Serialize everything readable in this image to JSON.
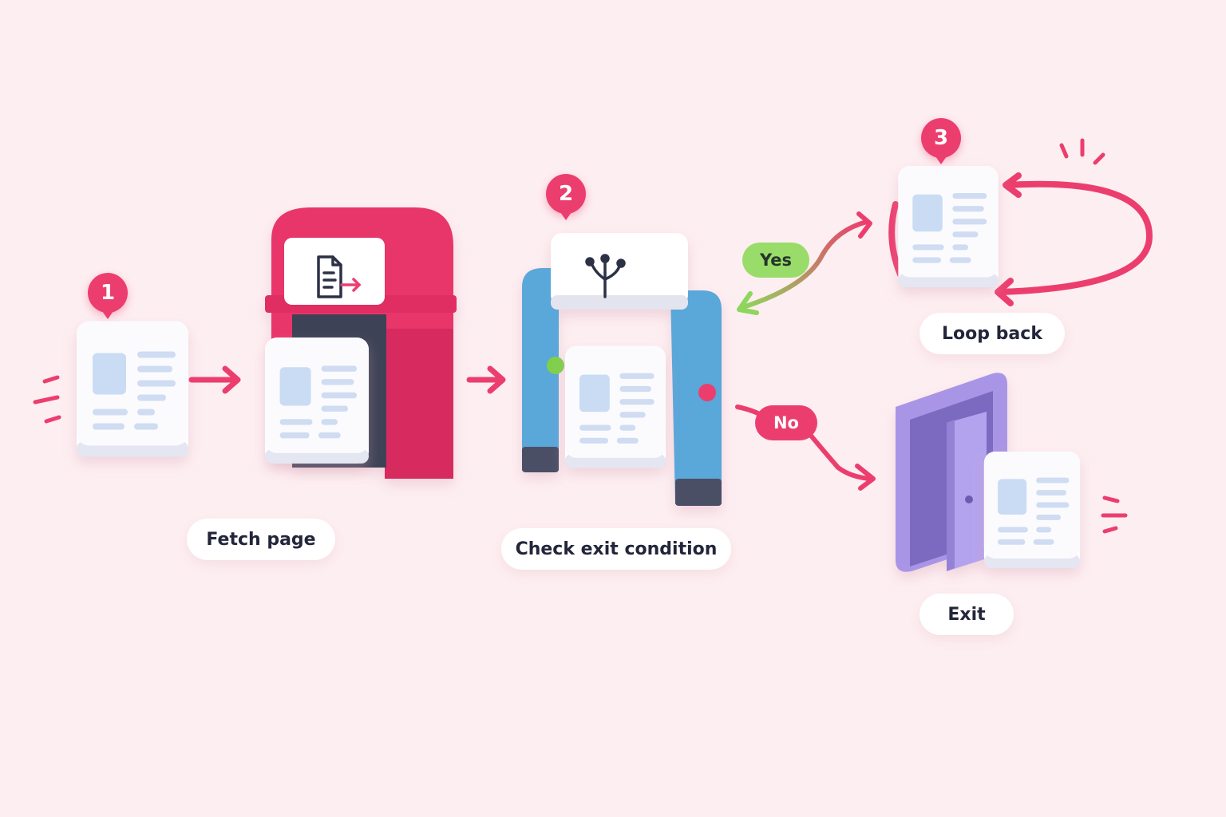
{
  "steps": [
    {
      "number": "1",
      "label": "Fetch page"
    },
    {
      "number": "2",
      "label": "Check exit condition"
    },
    {
      "number": "3",
      "label": "Loop back"
    }
  ],
  "exit": {
    "label": "Exit"
  },
  "branches": {
    "yes": "Yes",
    "no": "No"
  },
  "colors": {
    "background": "#fdeef1",
    "accent_pink": "#ec3e6e",
    "arch_red": "#e8356b",
    "gate_blue": "#5aa7d9",
    "door_purple": "#a995e6",
    "yes_green": "#9adc6a",
    "label_text": "#23263a"
  },
  "icons": {
    "fetch_sign": "document-arrow-icon",
    "condition_sign": "branch-fork-icon",
    "page": "page-card-icon"
  }
}
